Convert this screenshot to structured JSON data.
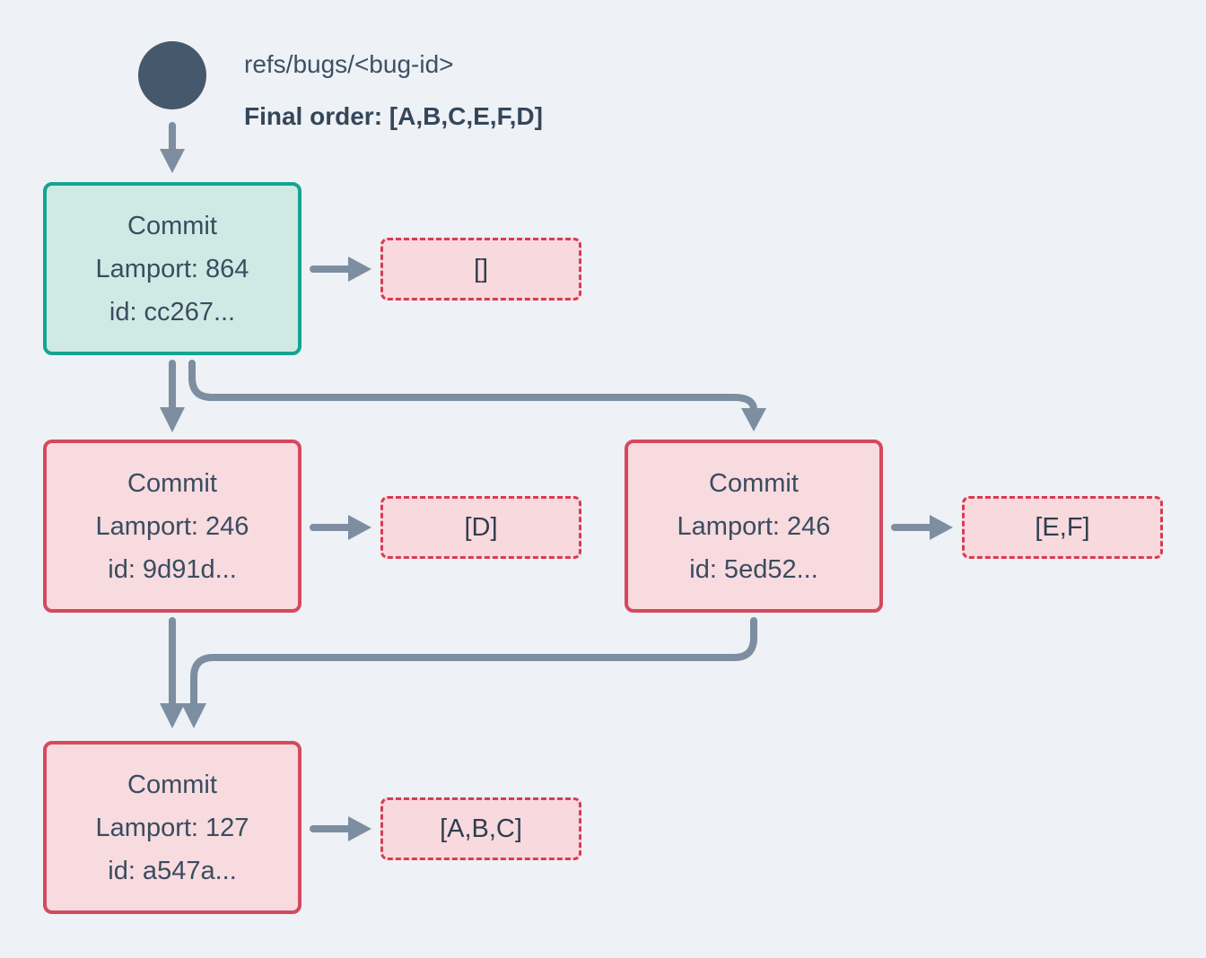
{
  "header": {
    "ref_label": "refs/bugs/<bug-id>",
    "final_order": "Final order: [A,B,C,E,F,D]"
  },
  "commits": [
    {
      "title": "Commit",
      "lamport": "Lamport: 864",
      "id": "id: cc267...",
      "kind": "head"
    },
    {
      "title": "Commit",
      "lamport": "Lamport: 246",
      "id": "id: 9d91d...",
      "kind": "normal"
    },
    {
      "title": "Commit",
      "lamport": "Lamport: 246",
      "id": "id: 5ed52...",
      "kind": "normal"
    },
    {
      "title": "Commit",
      "lamport": "Lamport: 127",
      "id": "id: a547a...",
      "kind": "normal"
    }
  ],
  "payloads": [
    {
      "label": "[]"
    },
    {
      "label": "[D]"
    },
    {
      "label": "[E,F]"
    },
    {
      "label": "[A,B,C]"
    }
  ],
  "colors": {
    "background": "#eef1f5",
    "ref_circle": "#46586b",
    "arrow": "#7d8ea1",
    "head_node_border": "#16a491",
    "head_node_fill": "#cfeae5",
    "commit_node_border": "#d5495f",
    "commit_node_fill": "#f7dbdf",
    "payload_border": "#da3b52",
    "payload_fill": "#f8d9de",
    "text_dark": "#3a4c5f"
  }
}
